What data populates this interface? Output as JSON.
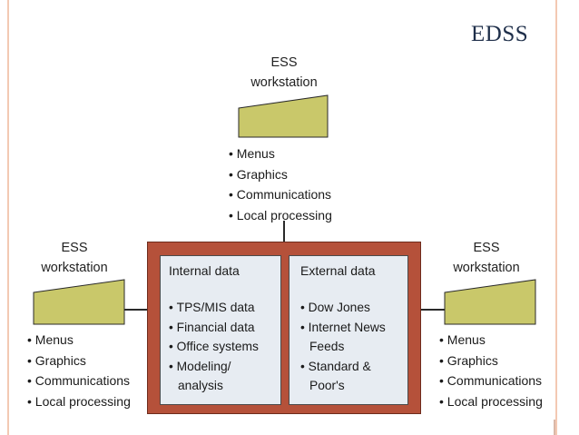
{
  "title": "EDSS",
  "workstations": {
    "top": {
      "label_line1": "ESS",
      "label_line2": "workstation",
      "items": [
        "Menus",
        "Graphics",
        "Communications",
        "Local processing"
      ]
    },
    "left": {
      "label_line1": "ESS",
      "label_line2": "workstation",
      "items": [
        "Menus",
        "Graphics",
        "Communications",
        "Local processing"
      ]
    },
    "right": {
      "label_line1": "ESS",
      "label_line2": "workstation",
      "items": [
        "Menus",
        "Graphics",
        "Communications",
        "Local processing"
      ]
    }
  },
  "hub": {
    "internal": {
      "title": "Internal data",
      "items": [
        "TPS/MIS data",
        "Financial data",
        "Office systems",
        "Modeling/ analysis"
      ]
    },
    "external": {
      "title": "External data",
      "items": [
        "Dow Jones",
        "Internet News Feeds",
        "Standard & Poor's"
      ]
    }
  },
  "colors": {
    "workstation_fill": "#c9c86a",
    "hub_frame": "#b5513a",
    "panel_fill": "#e7ecf2",
    "title_text": "#1f2f4a"
  }
}
